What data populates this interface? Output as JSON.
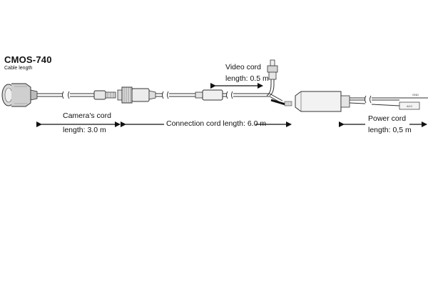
{
  "diagram": {
    "title": "CMOS-740",
    "subtitle": "Cable length",
    "labels": {
      "camera_cord_line1": "Camera's cord",
      "camera_cord_line2": "length: 3.0 m",
      "connection_cord": "Connection cord length: 6.0 m",
      "video_cord_line1": "Video cord",
      "video_cord_line2": "length: 0.5 m",
      "power_cord_line1": "Power cord",
      "power_cord_line2": "length: 0,5 m",
      "gnd_tag": "GND",
      "acc_tag": "ACC"
    }
  }
}
